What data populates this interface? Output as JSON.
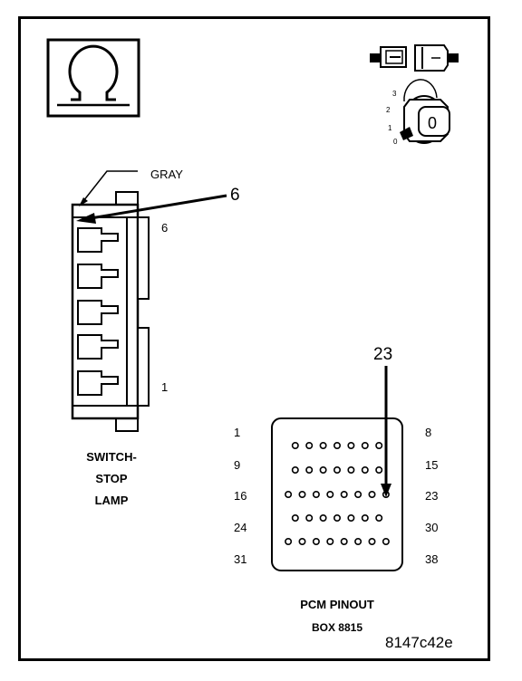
{
  "connector": {
    "wire_color": "GRAY",
    "callout_pin": "6",
    "pin_top": "6",
    "pin_bottom": "1",
    "title_line1": "SWITCH-",
    "title_line2": "STOP",
    "title_line3": "LAMP"
  },
  "ignition": {
    "positions": [
      "3",
      "2",
      "1",
      "0"
    ],
    "key_label": "0"
  },
  "pcm": {
    "callout_pin": "23",
    "row_left_labels": [
      "1",
      "9",
      "16",
      "24",
      "31"
    ],
    "row_right_labels": [
      "8",
      "15",
      "23",
      "30",
      "38"
    ],
    "row_pin_counts": [
      7,
      7,
      8,
      7,
      8
    ],
    "title_line1": "PCM PINOUT",
    "title_line2": "BOX 8815"
  },
  "figure_id": "8147c42e"
}
